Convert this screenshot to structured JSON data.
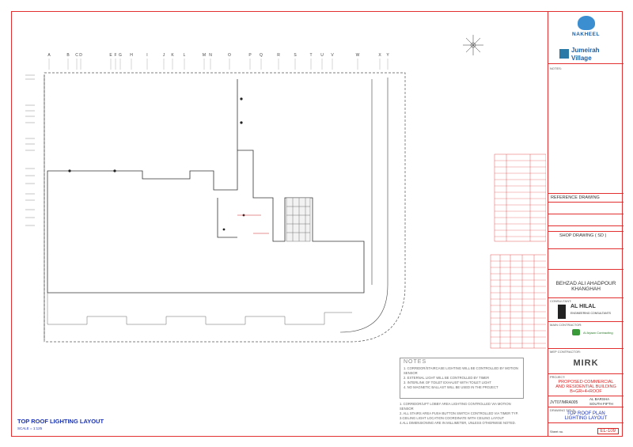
{
  "client": {
    "brand": "NAKHEEL",
    "project_logo_line1": "Jumeirah",
    "project_logo_line2": "Village"
  },
  "title_block": {
    "notes_label": "NOTES:",
    "reference_drawing": "REFERENCE DRAWING",
    "shop_drawing": "SHOP DRAWING ( SD )",
    "client_name_line1": "BEHZAD ALI AHADPOUR",
    "client_name_line2": "KHANGHAH",
    "consultant_label": "CONSULTANT:",
    "consultant_name": "AL HILAL",
    "consultant_sub": "ENGINEERING CONSULTANTS",
    "main_contractor_label": "MAIN CONTRACTOR:",
    "main_contractor_name": "Al Arjaan Contracting",
    "mep_contractor_label": "MEP CONTRACTOR:",
    "mep_contractor_name": "MIRK",
    "project_label": "PROJECT:",
    "project_line1": "PROPOSED COMMERCIAL",
    "project_line2": "AND RESIDENTIAL BUILDING",
    "project_line3": "B+GR+4+ROOF",
    "plot_no": "JVT07/MRA005",
    "location_line1": "AL BARSHA",
    "location_line2": "SOUTH FIFTH",
    "drawing_title_label": "DRAWING TITLE:",
    "drawing_title_line1": "TOP ROOF PLAN",
    "drawing_title_line2": "LIGHTING LAYOUT",
    "drawing_no": "EL-109",
    "sheet_no": "Sheet no."
  },
  "drawing": {
    "title": "TOP ROOF LIGHTING LAYOUT",
    "scale": "SCALE = 1:125",
    "grid_columns": [
      "A",
      "B",
      "C",
      "D",
      "E",
      "F",
      "G",
      "H",
      "I",
      "J",
      "K",
      "L",
      "M",
      "N",
      "O",
      "P",
      "Q",
      "R",
      "S",
      "T",
      "U",
      "V",
      "W",
      "X",
      "Y"
    ]
  },
  "notes": {
    "heading": "NOTES",
    "items": [
      "1. CORRIDOR/STAIRCASE LIGHTING WILL BE CONTROLLED BY MOTION SENSOR",
      "2. EXTERNAL LIGHT WILL BE CONTROLLED BY TIMER",
      "3. INTERLINK OF TOILET EXHAUST WITH TOILET LIGHT",
      "4. NO MAGNETIC BALLAST WILL BE USED IN THE PROJECT"
    ],
    "bottom": [
      "1. CORRIDOR/LIFT LOBBY AREA LIGHTING CONTROLLED VIA MOTION SENSOR",
      "2. ALL STAIRS AREA PUSH BUTTON SWITCH CONTROLLED VIA TIMER TYP.",
      "3.CEILING LIGHT LOCATION COORDINATE WITH CEILING LAYOUT",
      "4.ALL DIMENSIONING ARE IN MILLIMETER, UNLESS OTHERWISE NOTED."
    ]
  }
}
